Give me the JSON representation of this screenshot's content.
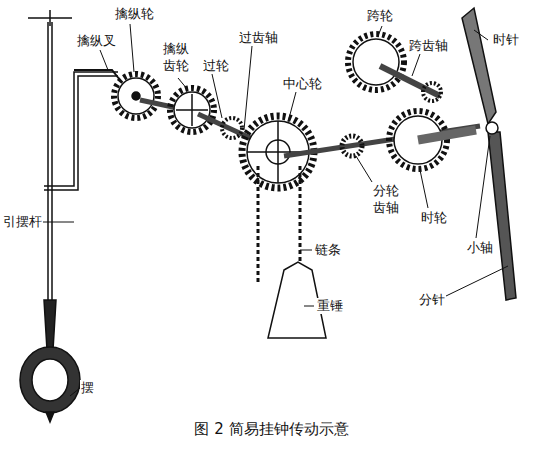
{
  "diagram": {
    "caption": "图 2 简易挂钟传动示意",
    "labels": [
      "擒纵轮",
      "擒纵叉",
      "擒纵 齿轮",
      "过轮",
      "过齿轴",
      "中心轮",
      "跨轮",
      "跨齿轴",
      "时针",
      "引摆杆",
      "分轮 齿轴",
      "时轮",
      "小轴",
      "链条",
      "分针",
      "重锤",
      "摆"
    ]
  }
}
